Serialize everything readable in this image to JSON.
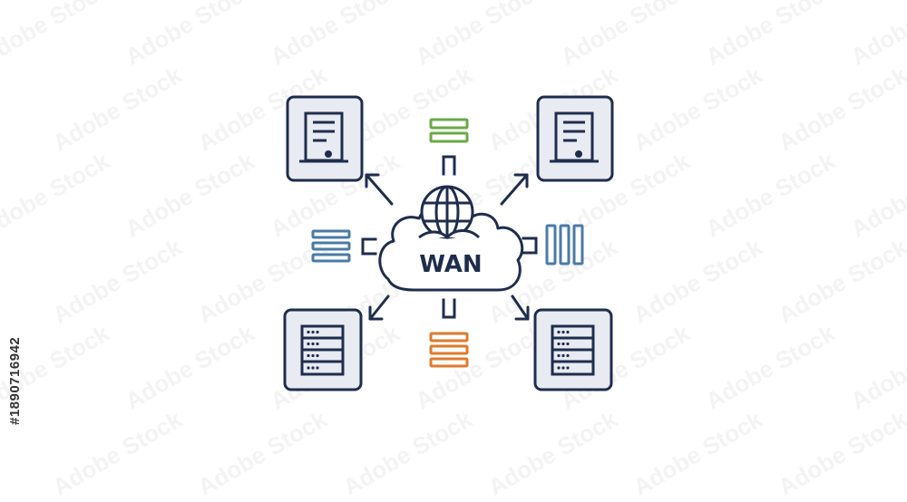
{
  "diagram": {
    "center_label": "WAN",
    "colors": {
      "stroke": "#1f2d4d",
      "node_fill": "#e9ebf2",
      "green": "#6aaa45",
      "blue": "#4a7aa7",
      "orange": "#e07a2c"
    },
    "nodes": [
      {
        "id": "tl",
        "icon": "server-tower-icon"
      },
      {
        "id": "tr",
        "icon": "server-tower-icon"
      },
      {
        "id": "bl",
        "icon": "server-rack-icon"
      },
      {
        "id": "br",
        "icon": "server-rack-icon"
      }
    ],
    "mini_icons": [
      {
        "id": "top",
        "icon": "horizontal-bars-icon",
        "color": "green"
      },
      {
        "id": "left",
        "icon": "horizontal-bars-icon",
        "color": "blue"
      },
      {
        "id": "right",
        "icon": "vertical-bars-icon",
        "color": "blue"
      },
      {
        "id": "bottom",
        "icon": "horizontal-bars-icon",
        "color": "orange"
      }
    ]
  },
  "watermark": {
    "text": "Adobe Stock",
    "id": "#1890716942"
  }
}
